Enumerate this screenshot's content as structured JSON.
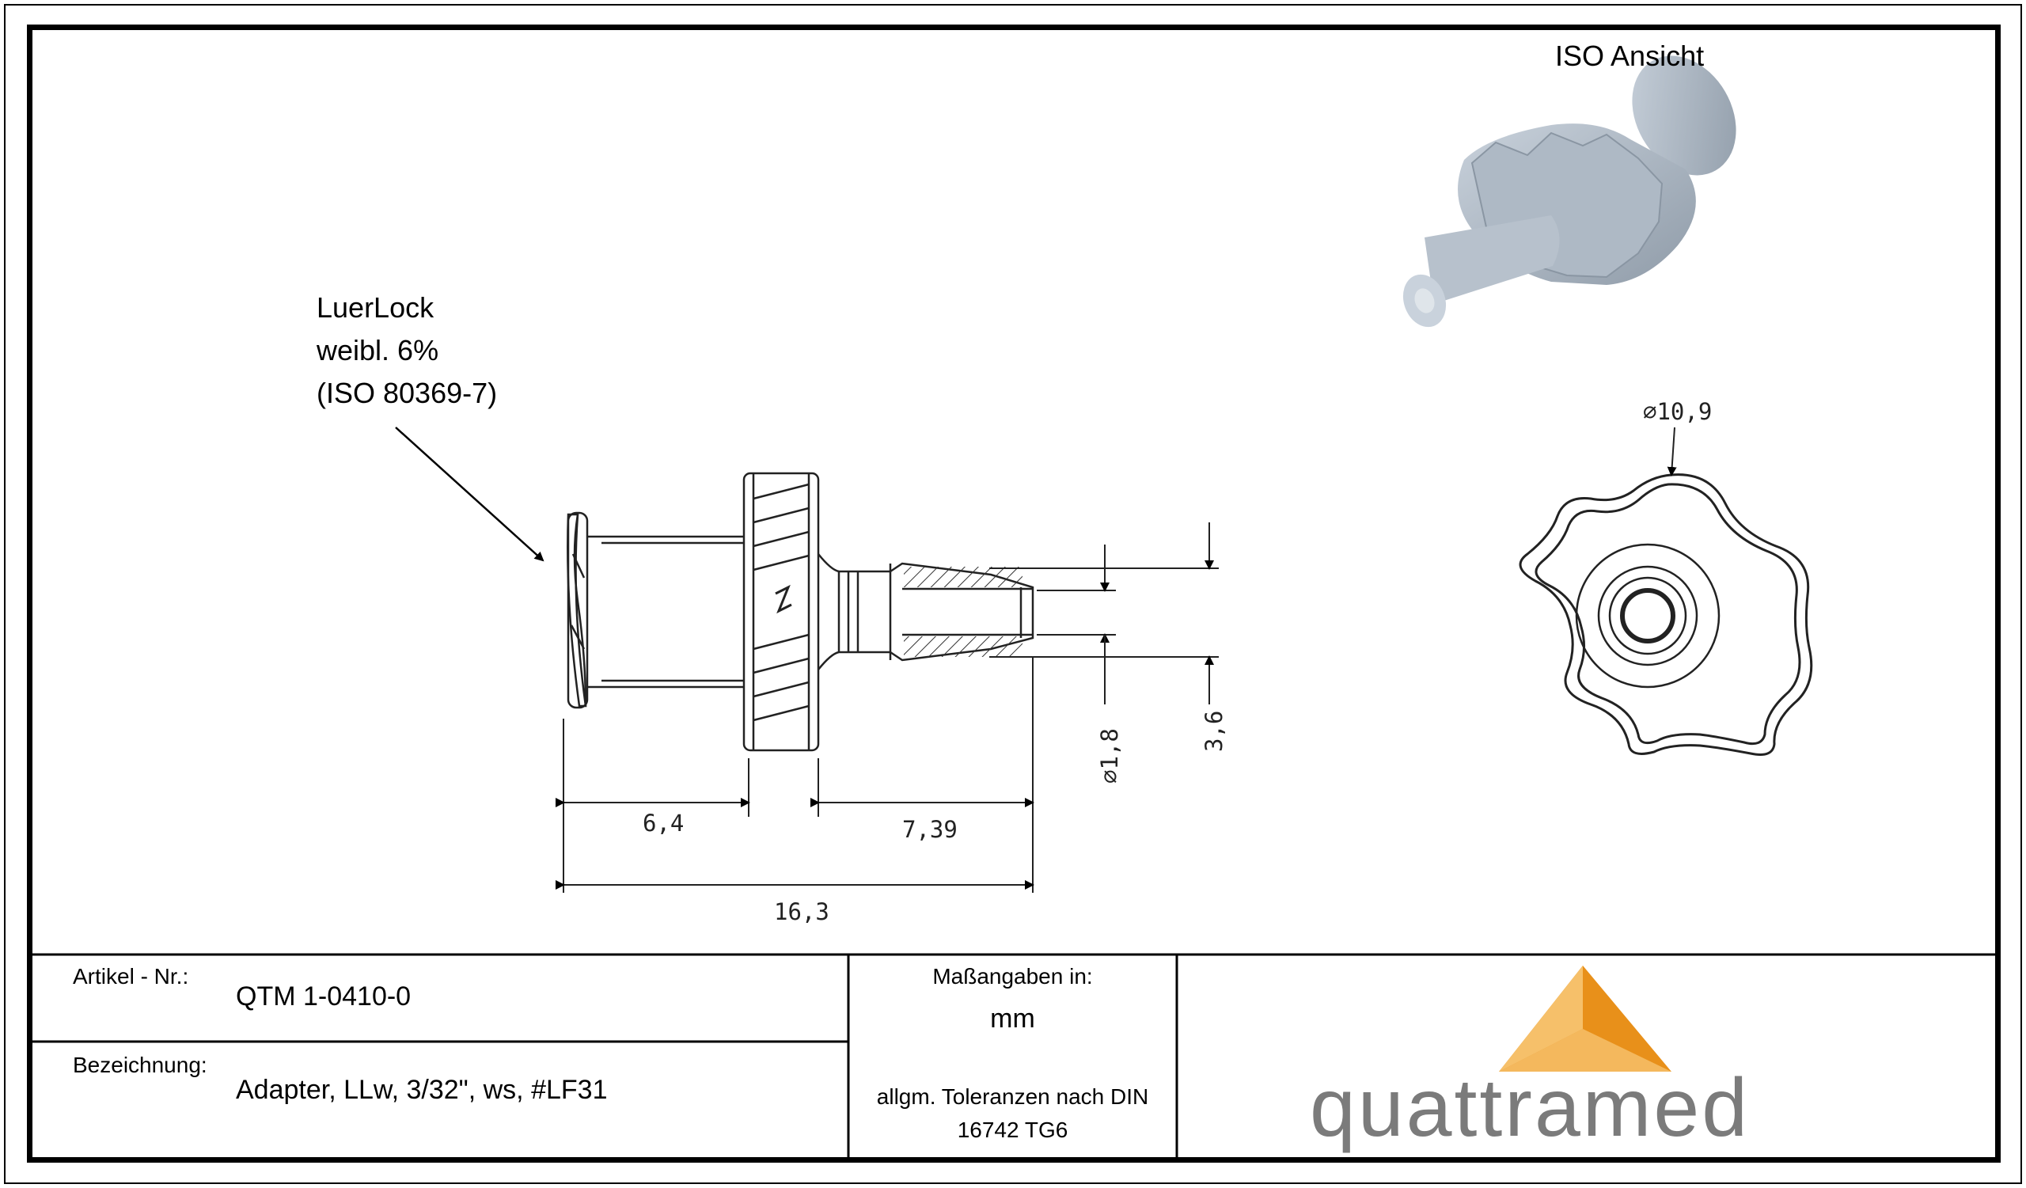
{
  "callout": {
    "line1": "LuerLock",
    "line2": "weibl. 6%",
    "line3": "(ISO 80369-7)"
  },
  "iso_view": {
    "title": "ISO Ansicht"
  },
  "dimensions": {
    "flange_length": "6,4",
    "barb_length": "7,39",
    "total_length": "16,3",
    "inner_diameter": "⌀1,8",
    "outer_diameter": "3,6",
    "head_diameter": "⌀10,9"
  },
  "title_block": {
    "article_label": "Artikel - Nr.:",
    "article_value": "QTM 1-0410-0",
    "designation_label": "Bezeichnung:",
    "designation_value": "Adapter, LLw, 3/32\", ws, #LF31",
    "units_label": "Maßangaben in:",
    "units_value": "mm",
    "tolerance_line1": "allgm. Toleranzen nach DIN",
    "tolerance_line2": "16742 TG6"
  },
  "logo": {
    "text": "quattramed",
    "color_light": "#f6c06a",
    "color_dark": "#e8901a"
  }
}
